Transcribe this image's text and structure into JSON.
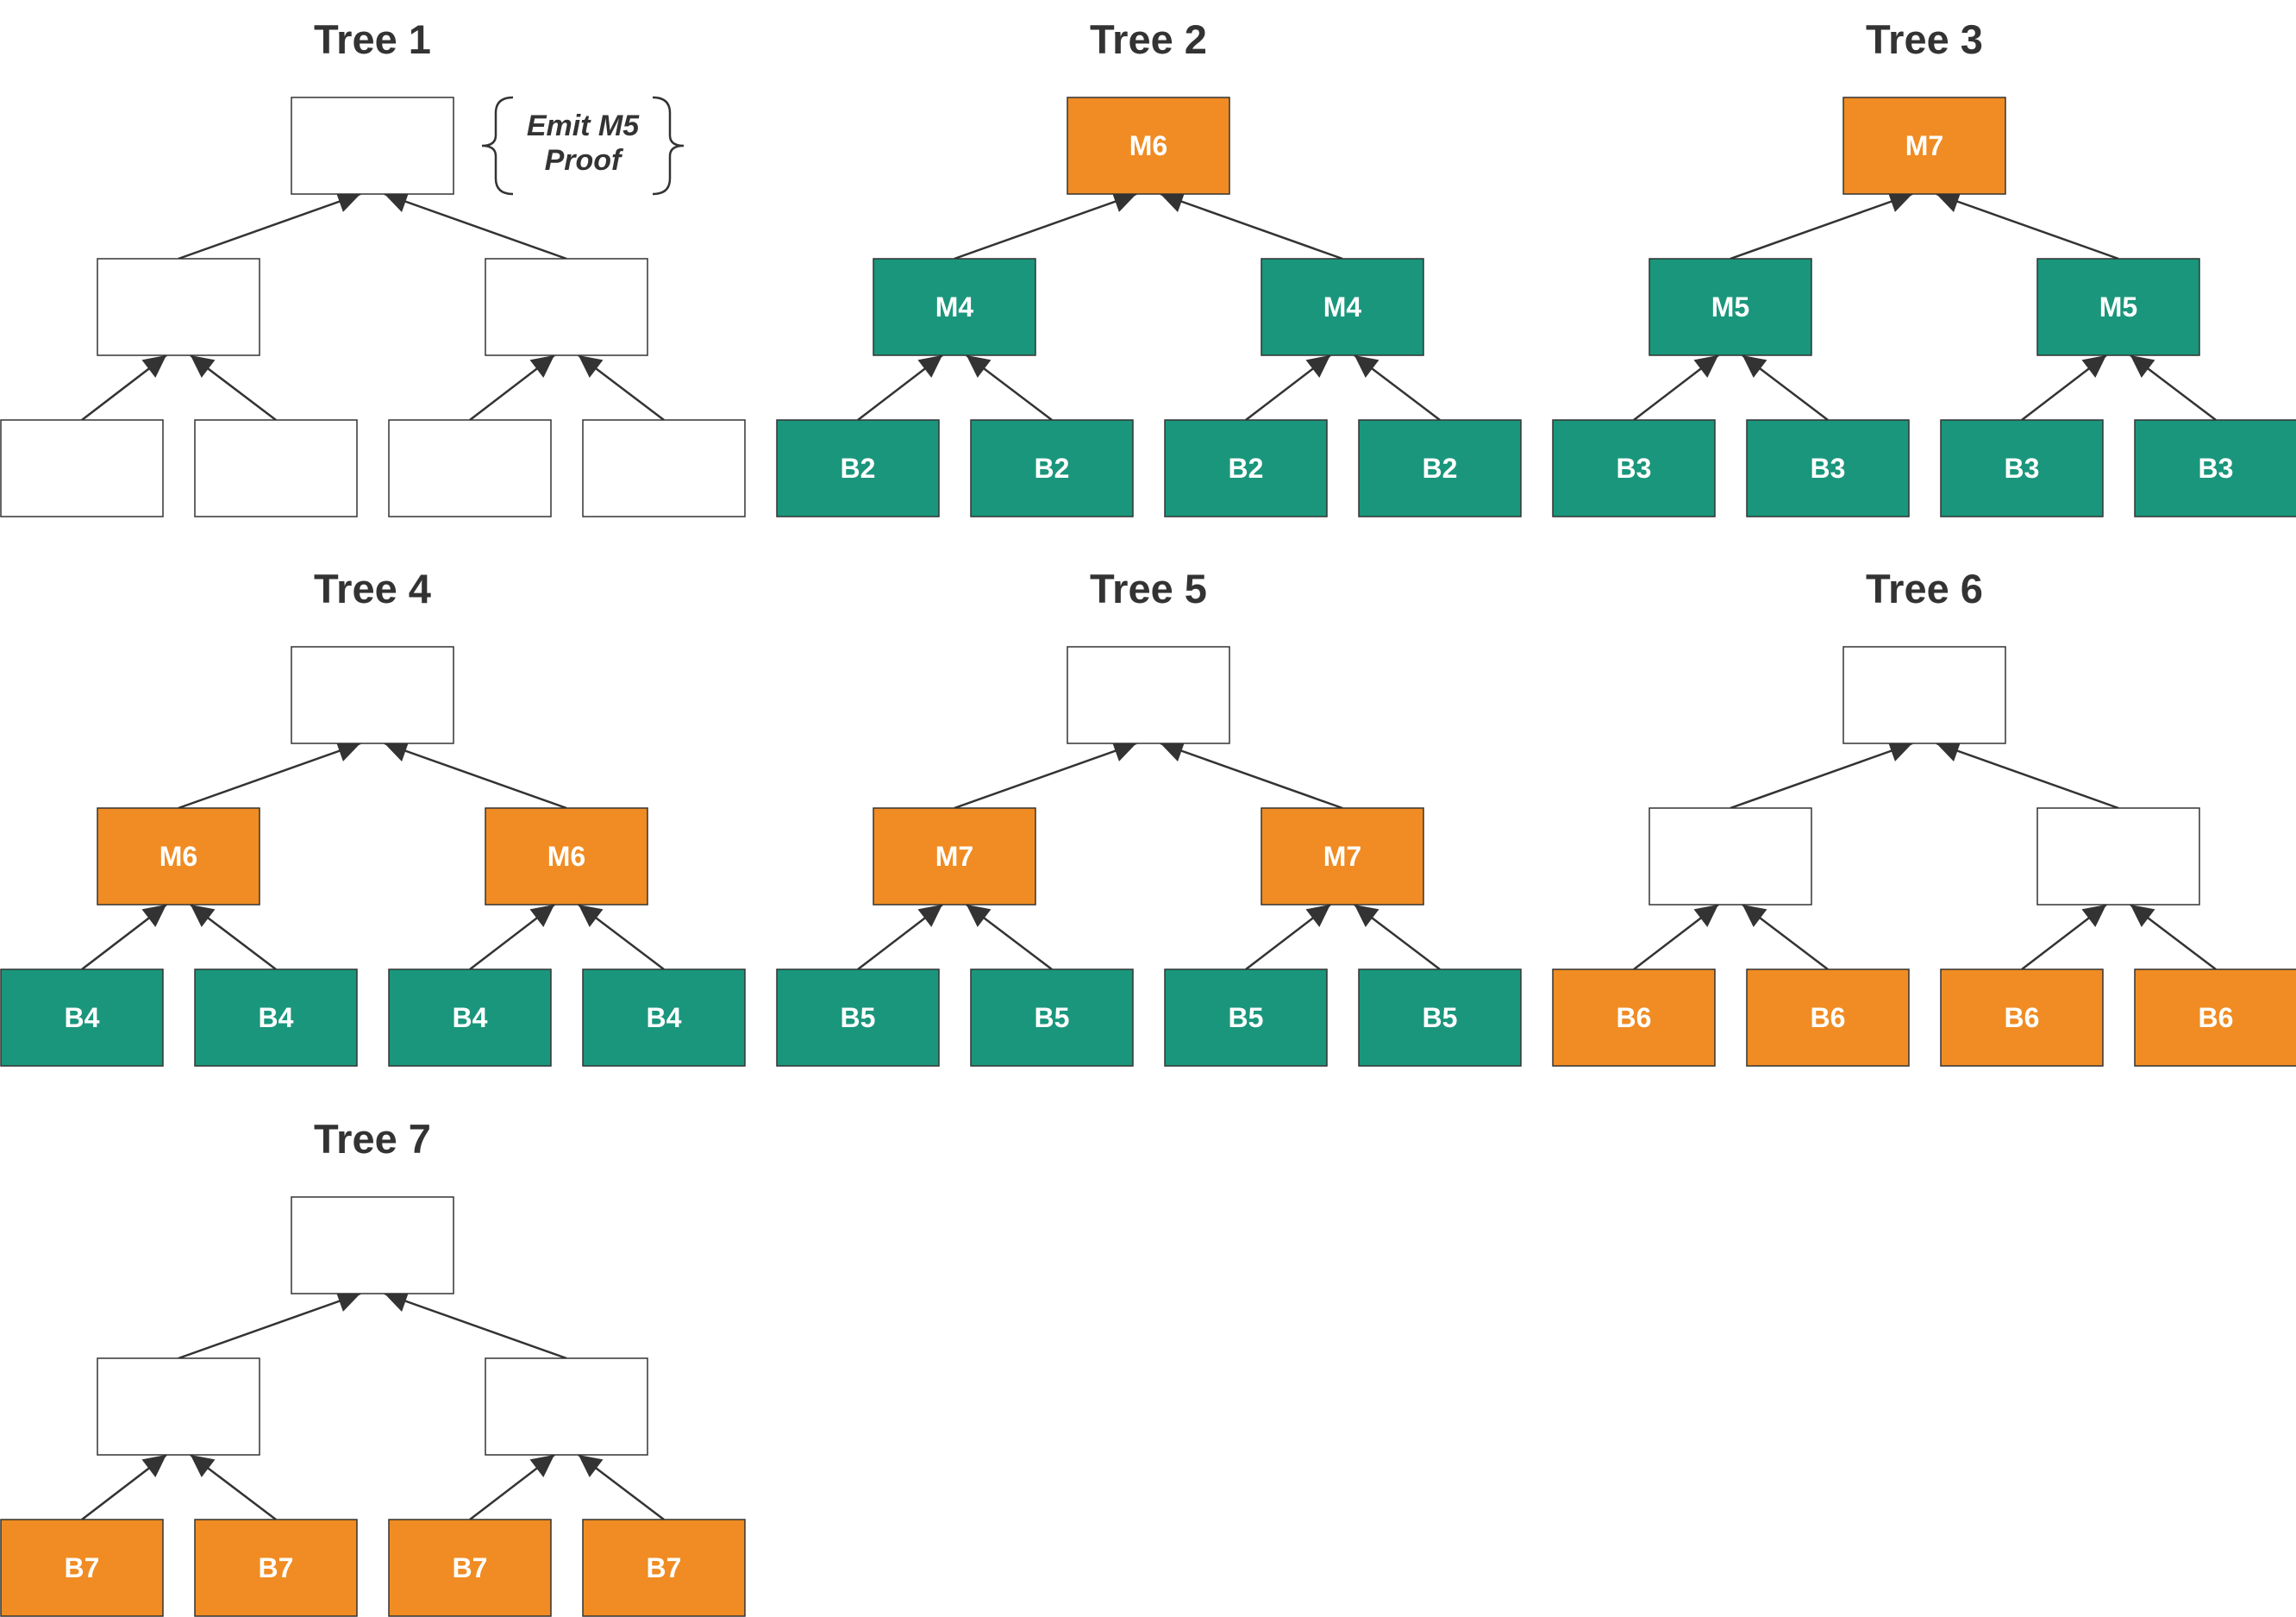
{
  "colors": {
    "empty": "#ffffff",
    "green": "#1a967c",
    "orange": "#f08c23",
    "border": "#333333"
  },
  "trees": [
    {
      "title": "Tree 1",
      "root": {
        "label": "",
        "color": "empty"
      },
      "mid": [
        {
          "label": "",
          "color": "empty"
        },
        {
          "label": "",
          "color": "empty"
        }
      ],
      "leaves": [
        {
          "label": "",
          "color": "empty"
        },
        {
          "label": "",
          "color": "empty"
        },
        {
          "label": "",
          "color": "empty"
        },
        {
          "label": "",
          "color": "empty"
        }
      ],
      "annotation": {
        "line1": "Emit M5",
        "line2": "Proof"
      }
    },
    {
      "title": "Tree 2",
      "root": {
        "label": "M6",
        "color": "orange"
      },
      "mid": [
        {
          "label": "M4",
          "color": "green"
        },
        {
          "label": "M4",
          "color": "green"
        }
      ],
      "leaves": [
        {
          "label": "B2",
          "color": "green"
        },
        {
          "label": "B2",
          "color": "green"
        },
        {
          "label": "B2",
          "color": "green"
        },
        {
          "label": "B2",
          "color": "green"
        }
      ]
    },
    {
      "title": "Tree 3",
      "root": {
        "label": "M7",
        "color": "orange"
      },
      "mid": [
        {
          "label": "M5",
          "color": "green"
        },
        {
          "label": "M5",
          "color": "green"
        }
      ],
      "leaves": [
        {
          "label": "B3",
          "color": "green"
        },
        {
          "label": "B3",
          "color": "green"
        },
        {
          "label": "B3",
          "color": "green"
        },
        {
          "label": "B3",
          "color": "green"
        }
      ]
    },
    {
      "title": "Tree 4",
      "root": {
        "label": "",
        "color": "empty"
      },
      "mid": [
        {
          "label": "M6",
          "color": "orange"
        },
        {
          "label": "M6",
          "color": "orange"
        }
      ],
      "leaves": [
        {
          "label": "B4",
          "color": "green"
        },
        {
          "label": "B4",
          "color": "green"
        },
        {
          "label": "B4",
          "color": "green"
        },
        {
          "label": "B4",
          "color": "green"
        }
      ]
    },
    {
      "title": "Tree 5",
      "root": {
        "label": "",
        "color": "empty"
      },
      "mid": [
        {
          "label": "M7",
          "color": "orange"
        },
        {
          "label": "M7",
          "color": "orange"
        }
      ],
      "leaves": [
        {
          "label": "B5",
          "color": "green"
        },
        {
          "label": "B5",
          "color": "green"
        },
        {
          "label": "B5",
          "color": "green"
        },
        {
          "label": "B5",
          "color": "green"
        }
      ]
    },
    {
      "title": "Tree 6",
      "root": {
        "label": "",
        "color": "empty"
      },
      "mid": [
        {
          "label": "",
          "color": "empty"
        },
        {
          "label": "",
          "color": "empty"
        }
      ],
      "leaves": [
        {
          "label": "B6",
          "color": "orange"
        },
        {
          "label": "B6",
          "color": "orange"
        },
        {
          "label": "B6",
          "color": "orange"
        },
        {
          "label": "B6",
          "color": "orange"
        }
      ]
    },
    {
      "title": "Tree 7",
      "root": {
        "label": "",
        "color": "empty"
      },
      "mid": [
        {
          "label": "",
          "color": "empty"
        },
        {
          "label": "",
          "color": "empty"
        }
      ],
      "leaves": [
        {
          "label": "B7",
          "color": "orange"
        },
        {
          "label": "B7",
          "color": "orange"
        },
        {
          "label": "B7",
          "color": "orange"
        },
        {
          "label": "B7",
          "color": "orange"
        }
      ]
    }
  ]
}
